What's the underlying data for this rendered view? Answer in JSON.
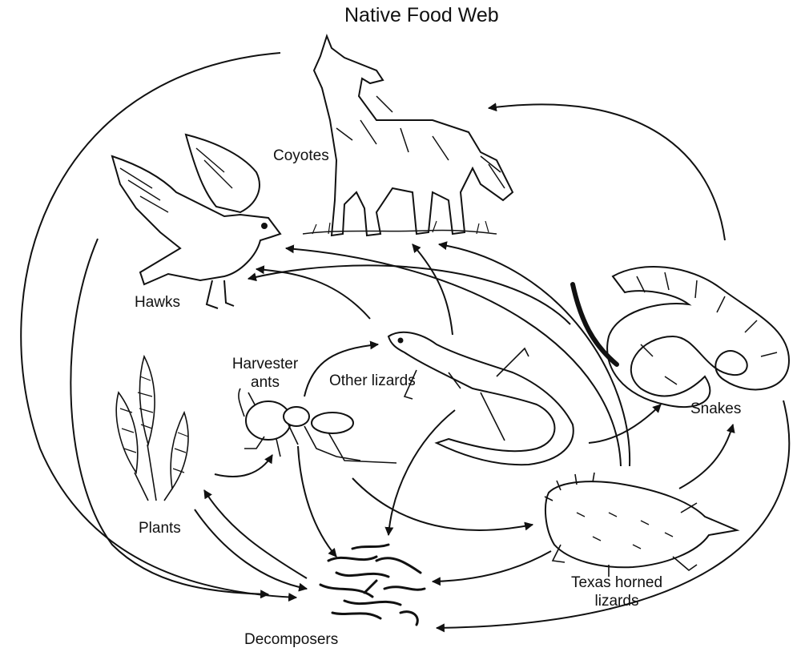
{
  "title": "Native Food Web",
  "organisms": {
    "coyotes": "Coyotes",
    "hawks": "Hawks",
    "harvester_ants_line1": "Harvester",
    "harvester_ants_line2": "ants",
    "other_lizards": "Other lizards",
    "plants": "Plants",
    "snakes": "Snakes",
    "texas_horned_line1": "Texas horned",
    "texas_horned_line2": "lizards",
    "decomposers": "Decomposers"
  },
  "links": [
    {
      "from": "Coyotes",
      "to": "Decomposers"
    },
    {
      "from": "Hawks",
      "to": "Decomposers"
    },
    {
      "from": "Snakes",
      "to": "Coyotes"
    },
    {
      "from": "Snakes",
      "to": "Decomposers"
    },
    {
      "from": "Snakes",
      "to": "Hawks"
    },
    {
      "from": "Texas horned lizards",
      "to": "Coyotes"
    },
    {
      "from": "Texas horned lizards",
      "to": "Hawks"
    },
    {
      "from": "Texas horned lizards",
      "to": "Snakes"
    },
    {
      "from": "Texas horned lizards",
      "to": "Decomposers"
    },
    {
      "from": "Other lizards",
      "to": "Coyotes"
    },
    {
      "from": "Other lizards",
      "to": "Hawks"
    },
    {
      "from": "Other lizards",
      "to": "Snakes"
    },
    {
      "from": "Other lizards",
      "to": "Decomposers"
    },
    {
      "from": "Harvester ants",
      "to": "Other lizards"
    },
    {
      "from": "Harvester ants",
      "to": "Texas horned lizards"
    },
    {
      "from": "Harvester ants",
      "to": "Decomposers"
    },
    {
      "from": "Plants",
      "to": "Harvester ants"
    },
    {
      "from": "Plants",
      "to": "Decomposers"
    },
    {
      "from": "Decomposers",
      "to": "Plants"
    }
  ]
}
